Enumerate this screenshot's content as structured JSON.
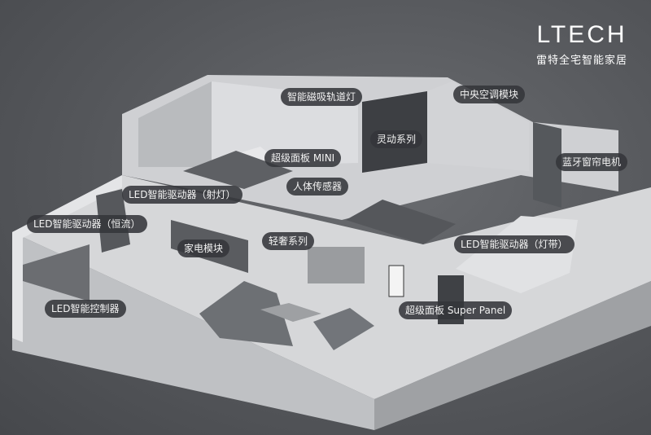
{
  "brand": {
    "logo": "LTECH",
    "tagline": "雷特全宅智能家居"
  },
  "labels": {
    "track_light": "智能磁吸轨道灯",
    "central_ac": "中央空调模块",
    "lingdong": "灵动系列",
    "super_panel_mini": "超级面板 MINI",
    "curtain_motor": "蓝牙窗帘电机",
    "body_sensor": "人体传感器",
    "driver_spot": "LED智能驱动器（射灯）",
    "driver_cc": "LED智能驱动器（恒流）",
    "appliance_module": "家电模块",
    "qingshe": "轻奢系列",
    "driver_strip": "LED智能驱动器（灯带）",
    "controller": "LED智能控制器",
    "super_panel": "超级面板 Super Panel"
  }
}
